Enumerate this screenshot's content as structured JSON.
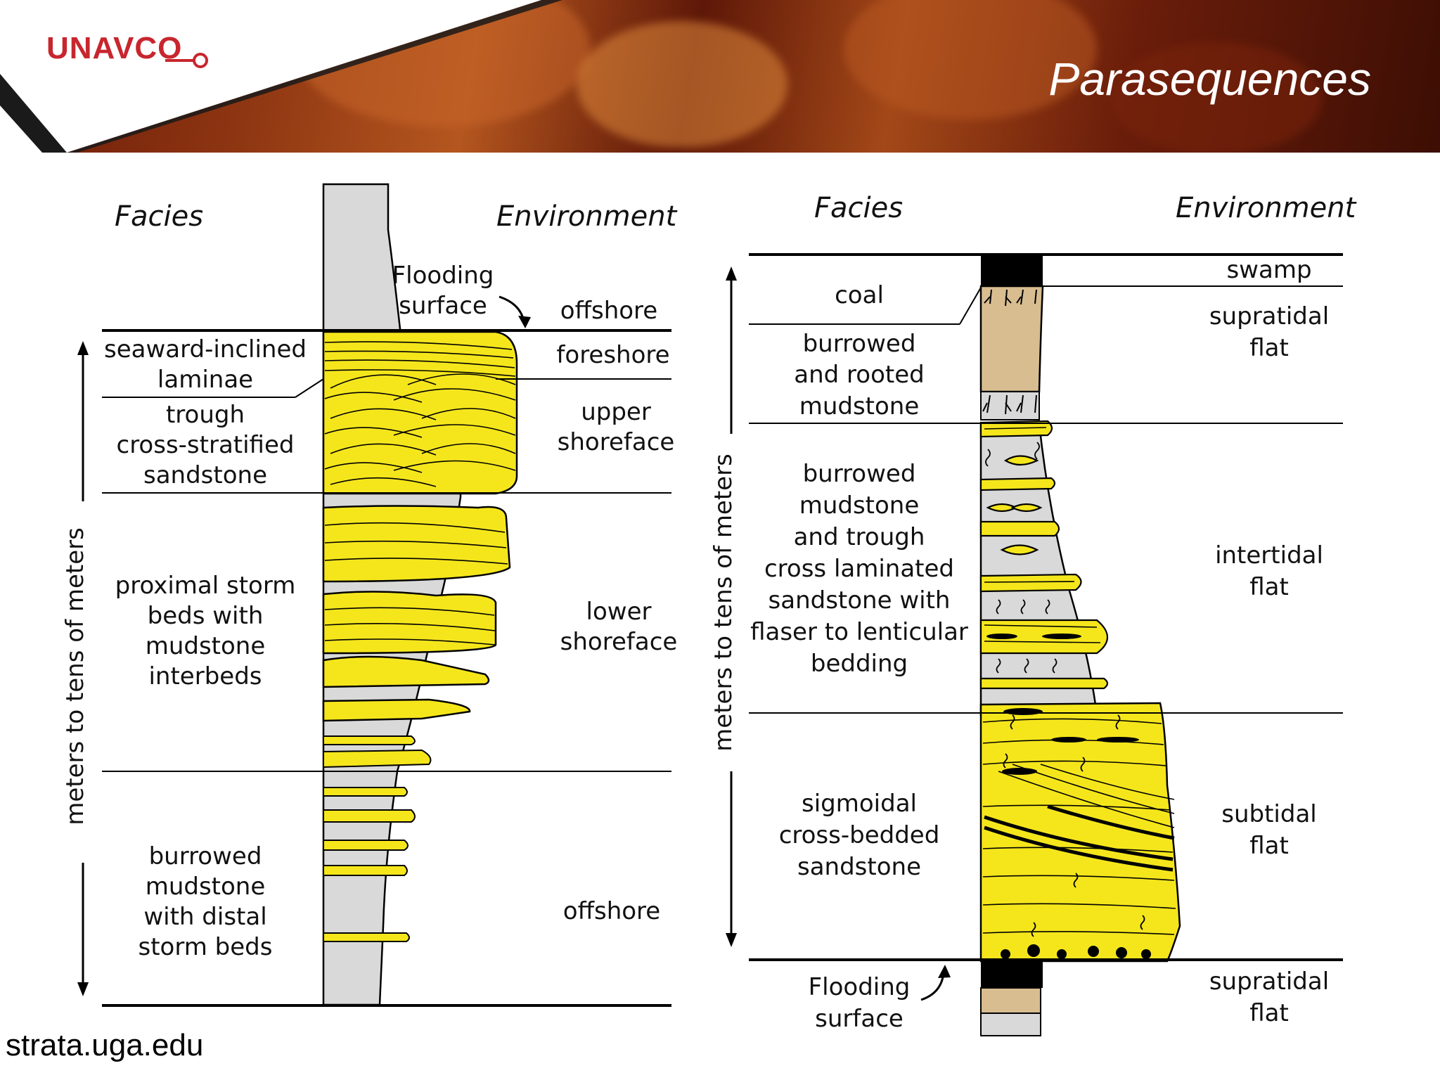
{
  "header": {
    "logo": "UNAVCO",
    "title": "Parasequences"
  },
  "source_credit": "strata.uga.edu",
  "left_column": {
    "facies_header": "Facies",
    "environment_header": "Environment",
    "flooding_surface": [
      "Flooding",
      "surface"
    ],
    "scale_label": "meters to tens of meters",
    "facies": [
      {
        "id": "laminae",
        "lines": [
          "seaward-inclined",
          "laminae"
        ]
      },
      {
        "id": "trough",
        "lines": [
          "trough",
          "cross-stratified",
          "sandstone"
        ]
      },
      {
        "id": "proximal",
        "lines": [
          "proximal storm",
          "beds with",
          "mudstone",
          "interbeds"
        ]
      },
      {
        "id": "burrowed",
        "lines": [
          "burrowed",
          "mudstone",
          "with distal",
          "storm beds"
        ]
      }
    ],
    "environments": [
      {
        "id": "offshore-top",
        "lines": [
          "offshore"
        ]
      },
      {
        "id": "foreshore",
        "lines": [
          "foreshore"
        ]
      },
      {
        "id": "upper-shoreface",
        "lines": [
          "upper",
          "shoreface"
        ]
      },
      {
        "id": "lower-shoreface",
        "lines": [
          "lower",
          "shoreface"
        ]
      },
      {
        "id": "offshore-bottom",
        "lines": [
          "offshore"
        ]
      }
    ]
  },
  "right_column": {
    "facies_header": "Facies",
    "environment_header": "Environment",
    "flooding_surface": [
      "Flooding",
      "surface"
    ],
    "scale_label": "meters to tens of meters",
    "facies": [
      {
        "id": "coal",
        "lines": [
          "coal"
        ]
      },
      {
        "id": "rooted",
        "lines": [
          "burrowed",
          "and rooted",
          "mudstone"
        ]
      },
      {
        "id": "flaser",
        "lines": [
          "burrowed",
          "mudstone",
          "and trough",
          "cross laminated",
          "sandstone with",
          "flaser to lenticular",
          "bedding"
        ]
      },
      {
        "id": "sigmoidal",
        "lines": [
          "sigmoidal",
          "cross-bedded",
          "sandstone"
        ]
      }
    ],
    "environments": [
      {
        "id": "swamp",
        "lines": [
          "swamp"
        ]
      },
      {
        "id": "supratidal-top",
        "lines": [
          "supratidal",
          "flat"
        ]
      },
      {
        "id": "intertidal",
        "lines": [
          "intertidal",
          "flat"
        ]
      },
      {
        "id": "subtidal",
        "lines": [
          "subtidal",
          "flat"
        ]
      },
      {
        "id": "supratidal-bottom",
        "lines": [
          "supratidal",
          "flat"
        ]
      }
    ]
  },
  "colors": {
    "sand": "#f5e61c",
    "mud": "#d9d9d9",
    "coal": "#000000",
    "rooted_mud": "#d8bd91",
    "line": "#000000"
  }
}
